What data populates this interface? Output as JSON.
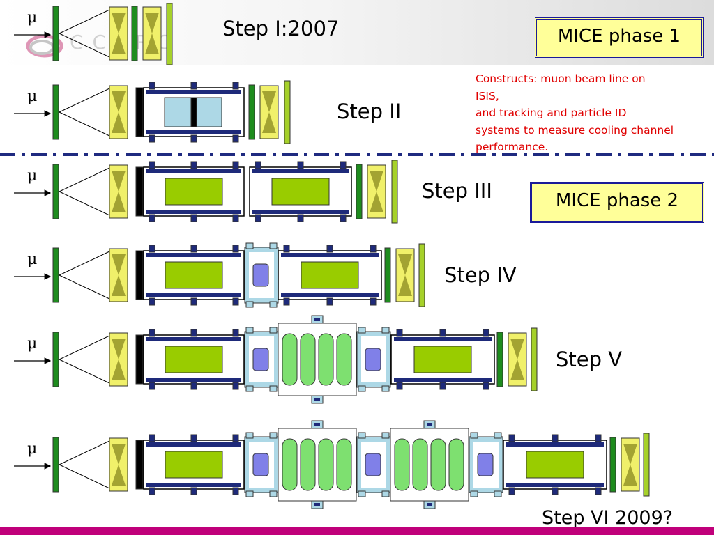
{
  "logo": {
    "text": "CCLRC"
  },
  "muon_symbol": "μ",
  "steps": [
    {
      "label": "Step I:2007"
    },
    {
      "label": "Step II"
    },
    {
      "label": "Step III"
    },
    {
      "label": "Step IV"
    },
    {
      "label": "Step V"
    },
    {
      "label": "Step VI 2009?"
    }
  ],
  "phases": [
    {
      "label": "MICE phase 1"
    },
    {
      "label": "MICE phase 2"
    }
  ],
  "constructs_note": {
    "lines": [
      "Constructs: muon beam line on",
      "ISIS,",
      "and tracking and particle ID",
      "systems to measure cooling channel",
      "performance."
    ]
  },
  "colors": {
    "detector_green": "#1e8c1e",
    "tof_yellow": "#f0f06a",
    "ckov_lime": "#a6d12a",
    "absorber_green": "#99cc00",
    "rf_cavity_green": "#7ee070",
    "rf_coupler_blue": "#8080e8",
    "magnet_coil_navy": "#1e2a7a",
    "light_blue": "#add8e6",
    "phase_box_fill": "#ffff99",
    "divider_navy": "#1f2a80",
    "note_red": "#e00000",
    "footer_magenta": "#c0007a"
  }
}
